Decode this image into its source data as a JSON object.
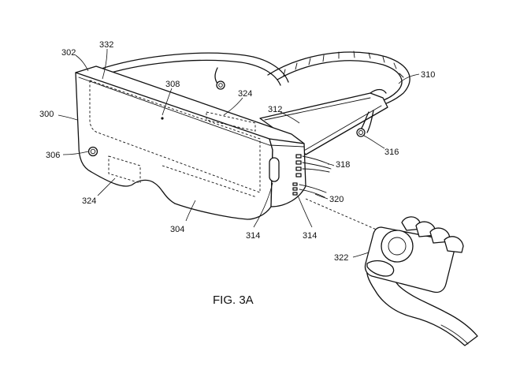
{
  "figure": {
    "caption": "FIG. 3A",
    "labels": {
      "l300": "300",
      "l302": "302",
      "l332": "332",
      "l308": "308",
      "l324_top": "324",
      "l312": "312",
      "l310": "310",
      "l316": "316",
      "l306": "306",
      "l318": "318",
      "l320": "320",
      "l324_bottom": "324",
      "l304": "304",
      "l314_left": "314",
      "l314_right": "314",
      "l322": "322"
    },
    "components": {
      "headset_body": "300",
      "top_edge": "302",
      "display_screen": "332",
      "lens_area": "308",
      "sensor_window_top": "324",
      "temple_arm": "312",
      "head_strap": "310",
      "earbud": "316",
      "front_button": "306",
      "side_ports": "318",
      "side_vents": "320",
      "sensor_window_bottom": "324",
      "face_cushion": "304",
      "side_button": "314",
      "controller": "322"
    }
  }
}
